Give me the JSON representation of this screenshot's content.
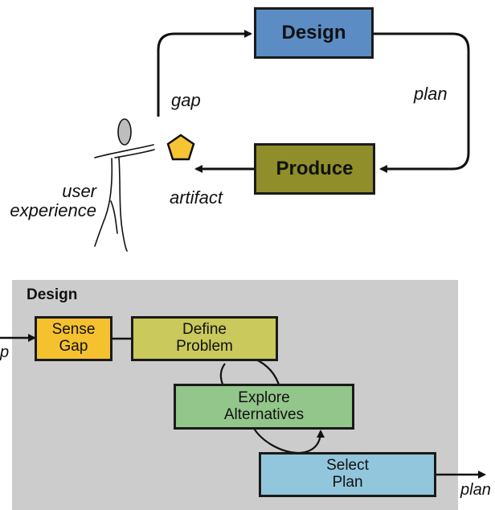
{
  "top": {
    "design_box": "Design",
    "produce_box": "Produce",
    "labels": {
      "gap": "gap",
      "plan": "plan",
      "artifact": "artifact",
      "user_line1": "user",
      "user_line2": "experience"
    },
    "colors": {
      "design": "#5b8cc4",
      "produce": "#8f8e2a",
      "pentagon": "#f7c533"
    }
  },
  "bottom": {
    "panel_title": "Design",
    "steps": {
      "sense": [
        "Sense",
        "Gap"
      ],
      "define": [
        "Define",
        "Problem"
      ],
      "explore": [
        "Explore",
        "Alternatives"
      ],
      "select": [
        "Select",
        "Plan"
      ]
    },
    "edge_labels": {
      "left": "p",
      "right": "plan"
    },
    "colors": {
      "panel": "#cccccc",
      "sense": "#f6c12e",
      "define": "#c9c95c",
      "explore": "#93c68a",
      "select": "#92c6dc"
    }
  }
}
